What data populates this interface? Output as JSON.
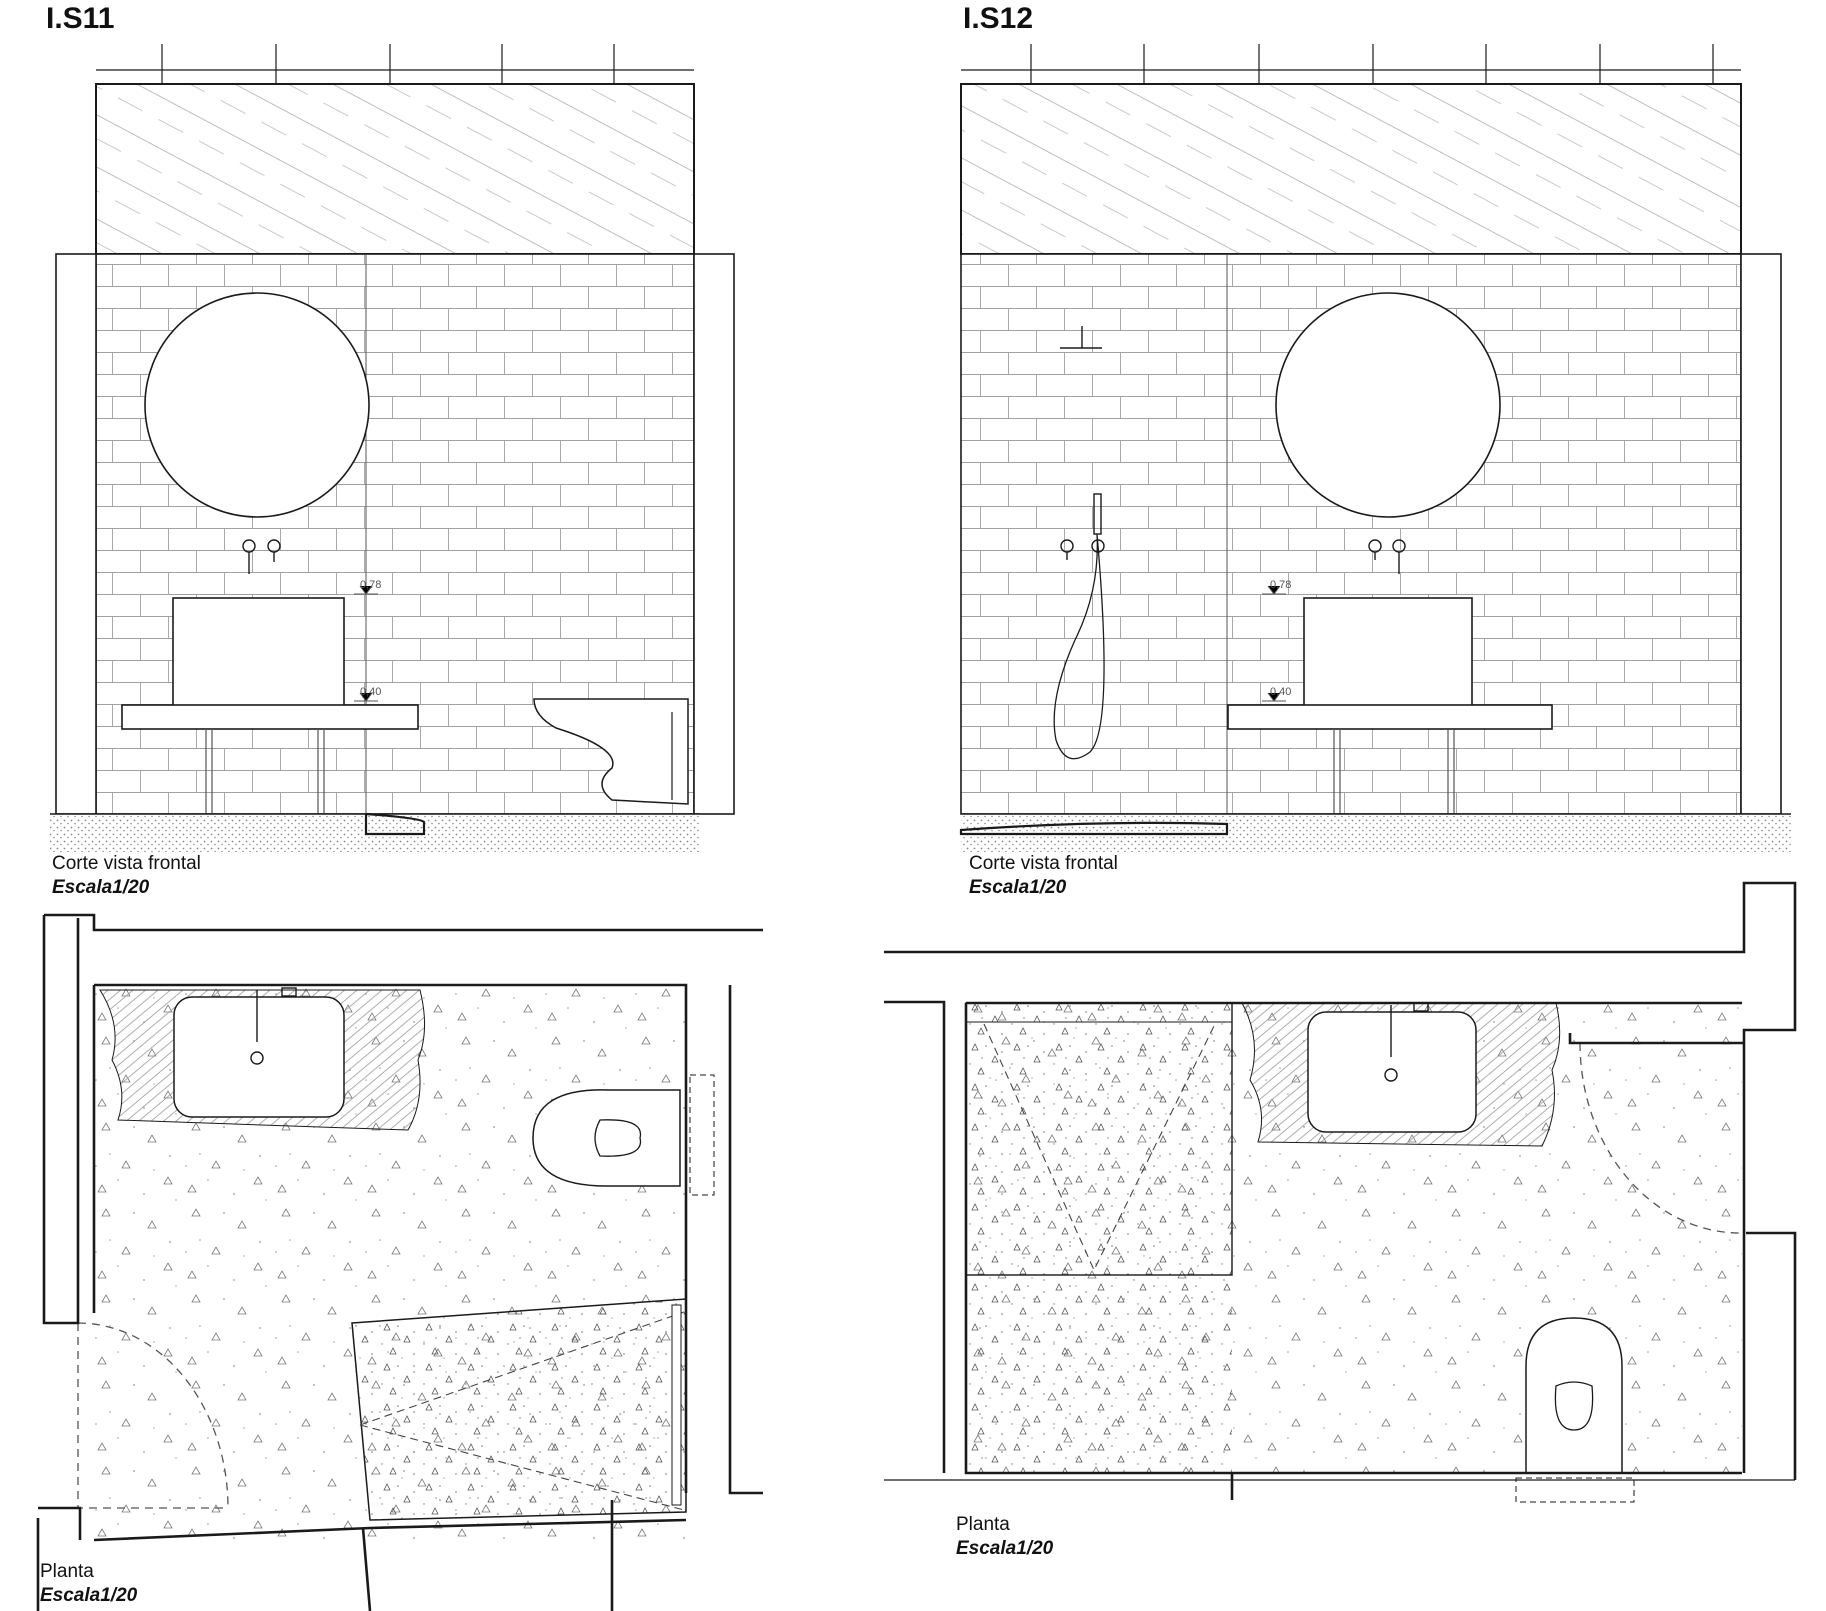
{
  "panels": [
    {
      "id": "I.S11",
      "title": "I.S11",
      "elevation": {
        "caption": "Corte vista frontal",
        "scale": "Escala1/20",
        "dims": [
          "0,78",
          "0,40"
        ]
      },
      "plan": {
        "caption": "Planta",
        "scale": "Escala1/20"
      }
    },
    {
      "id": "I.S12",
      "title": "I.S12",
      "elevation": {
        "caption": "Corte vista frontal",
        "scale": "Escala1/20",
        "dims": [
          "0,78",
          "0,40"
        ]
      },
      "plan": {
        "caption": "Planta",
        "scale": "Escala1/20"
      }
    }
  ],
  "style": {
    "ink": "#1a1a1a",
    "fine_line": "#7a7a7a",
    "hatch": "#9a9a9a",
    "paper": "#ffffff"
  }
}
